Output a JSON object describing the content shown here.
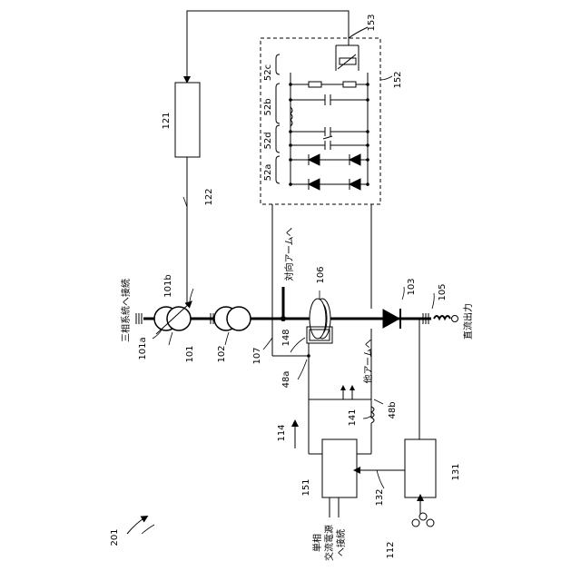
{
  "figure_number": "201",
  "refs": {
    "r153": "153",
    "r152": "152",
    "r121": "121",
    "r122": "122",
    "r101a": "101a",
    "r101b": "101b",
    "r101": "101",
    "r102": "102",
    "r107": "107",
    "r106": "106",
    "r148": "148",
    "r103": "103",
    "r105": "105",
    "r48a": "48a",
    "r48b": "48b",
    "r141": "141",
    "r114": "114",
    "r151": "151",
    "r131": "131",
    "r132": "132",
    "r112": "112",
    "r52a": "52a",
    "r52b": "52b",
    "r52c": "52c",
    "r52d": "52d"
  },
  "labels": {
    "three_phase": "三相系統へ接続",
    "opposite_arm": "対向アームへ",
    "other_arm": "他アームへ",
    "dc_output": "直流出力",
    "single_phase_1": "単相",
    "single_phase_2": "交流電源",
    "single_phase_3": "へ接続"
  }
}
